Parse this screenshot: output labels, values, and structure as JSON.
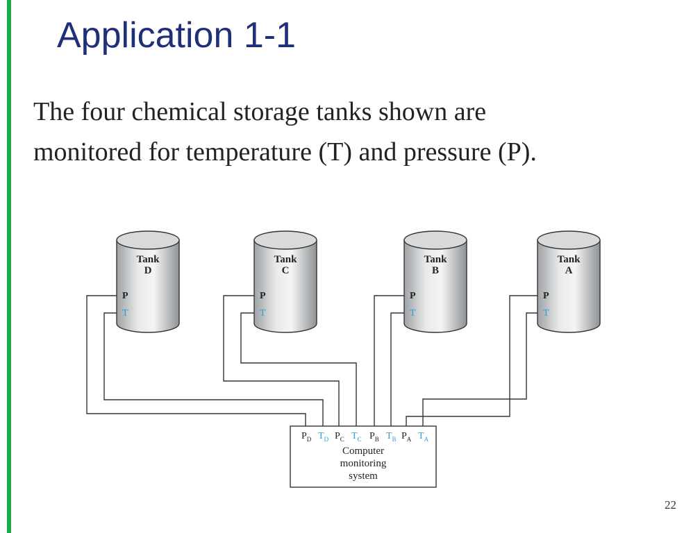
{
  "slide": {
    "title": "Application 1-1",
    "body_lines": [
      "The four chemical storage tanks shown are",
      "monitored for temperature (T) and pressure (P)."
    ],
    "slide_number": "22",
    "accent_color": "#1aab4b",
    "title_color": "#1f2f7a"
  },
  "diagram": {
    "tanks": [
      {
        "label_line1": "Tank",
        "label_line2": "D",
        "p_label": "P",
        "t_label": "T"
      },
      {
        "label_line1": "Tank",
        "label_line2": "C",
        "p_label": "P",
        "t_label": "T"
      },
      {
        "label_line1": "Tank",
        "label_line2": "B",
        "p_label": "P",
        "t_label": "T"
      },
      {
        "label_line1": "Tank",
        "label_line2": "A",
        "p_label": "P",
        "t_label": "T"
      }
    ],
    "ports": [
      {
        "letter": "P",
        "sub": "D"
      },
      {
        "letter": "T",
        "sub": "D"
      },
      {
        "letter": "P",
        "sub": "C"
      },
      {
        "letter": "T",
        "sub": "C"
      },
      {
        "letter": "P",
        "sub": "B"
      },
      {
        "letter": "T",
        "sub": "B"
      },
      {
        "letter": "P",
        "sub": "A"
      },
      {
        "letter": "T",
        "sub": "A"
      }
    ],
    "system_label": [
      "Computer",
      "monitoring",
      "system"
    ],
    "sensor_t_color": "#2a9fd8"
  }
}
